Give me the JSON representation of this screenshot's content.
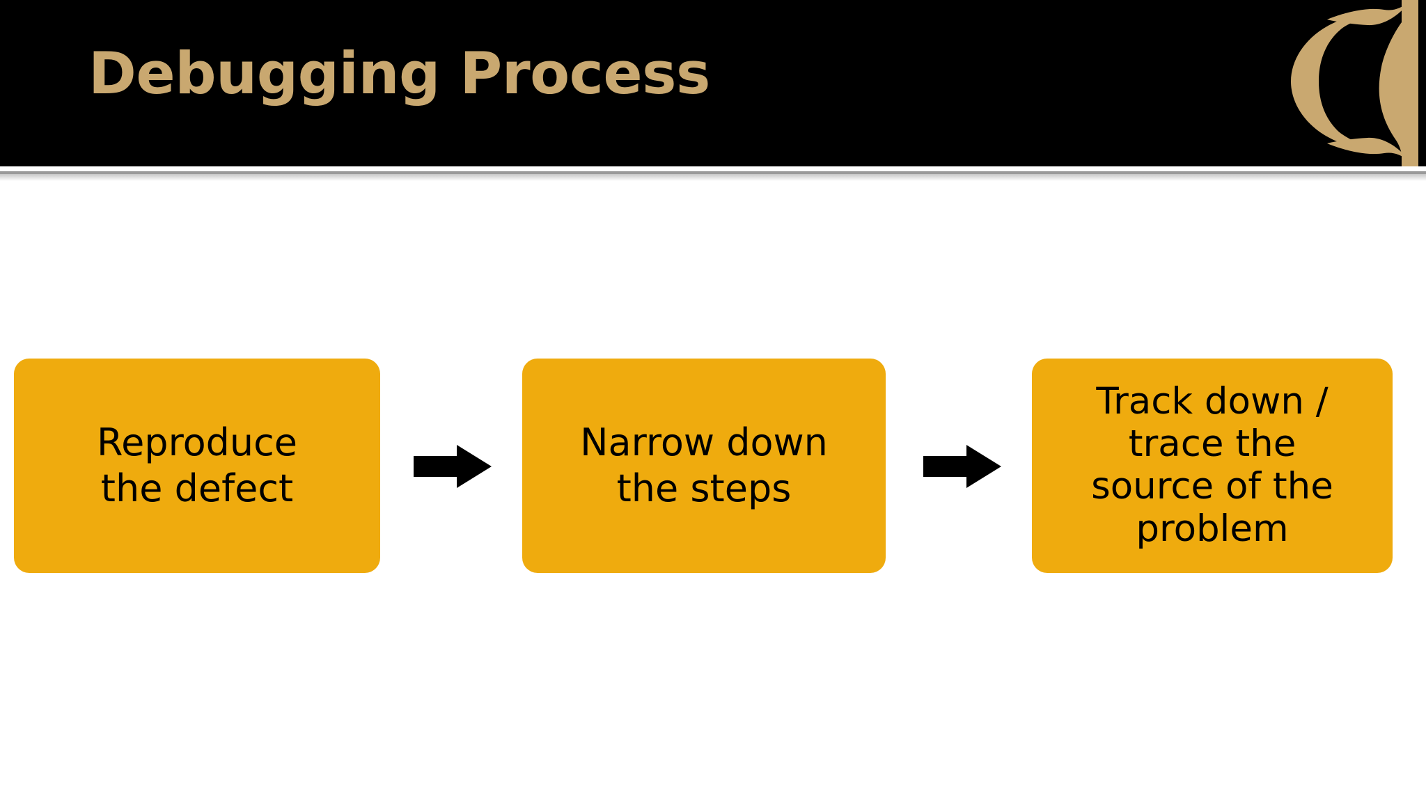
{
  "slide": {
    "title": "Debugging Process",
    "title_color": "#C9A870",
    "header_background": "#000000",
    "body_background": "#FFFFFF",
    "logo_name": "crescent-c-logo",
    "logo_color": "#C9A870"
  },
  "diagram": {
    "type": "process-flow",
    "accent_color": "#EFAB0E",
    "text_color": "#000000",
    "arrow_color": "#000000",
    "steps": [
      {
        "id": "step-1",
        "label": "Reproduce\nthe defect"
      },
      {
        "id": "step-2",
        "label": "Narrow down\nthe steps"
      },
      {
        "id": "step-3",
        "label": "Track down /\ntrace the\nsource of the\nproblem"
      }
    ],
    "connectors": [
      {
        "id": "arrow-1",
        "icon": "arrow-right-icon"
      },
      {
        "id": "arrow-2",
        "icon": "arrow-right-icon"
      }
    ]
  }
}
